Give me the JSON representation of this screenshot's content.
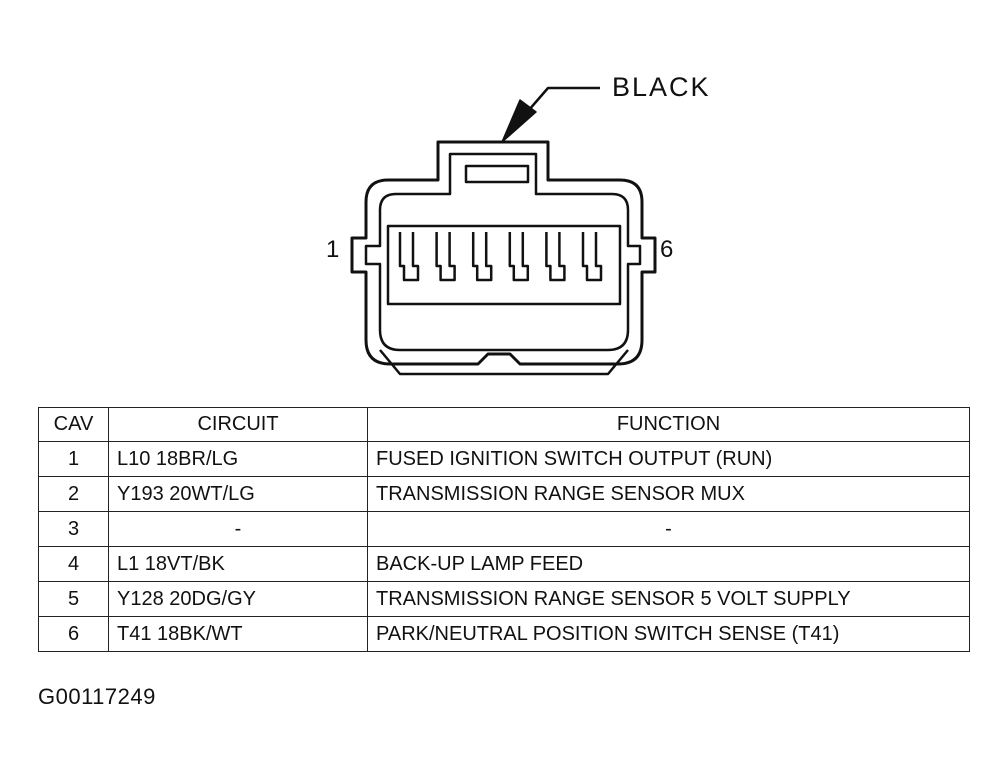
{
  "connector": {
    "color_label": "BLACK",
    "pin_left_label": "1",
    "pin_right_label": "6"
  },
  "table": {
    "headers": {
      "cav": "CAV",
      "circuit": "CIRCUIT",
      "function": "FUNCTION"
    },
    "rows": [
      {
        "cav": "1",
        "circuit": "L10 18BR/LG",
        "function": "FUSED IGNITION SWITCH OUTPUT (RUN)"
      },
      {
        "cav": "2",
        "circuit": "Y193 20WT/LG",
        "function": "TRANSMISSION RANGE SENSOR MUX"
      },
      {
        "cav": "3",
        "circuit": "-",
        "function": "-"
      },
      {
        "cav": "4",
        "circuit": "L1 18VT/BK",
        "function": "BACK-UP LAMP FEED"
      },
      {
        "cav": "5",
        "circuit": "Y128 20DG/GY",
        "function": "TRANSMISSION RANGE SENSOR 5 VOLT SUPPLY"
      },
      {
        "cav": "6",
        "circuit": "T41 18BK/WT",
        "function": "PARK/NEUTRAL POSITION SWITCH SENSE (T41)"
      }
    ]
  },
  "figure_id": "G00117249",
  "colors": {
    "ink": "#111111",
    "paper": "#ffffff"
  }
}
